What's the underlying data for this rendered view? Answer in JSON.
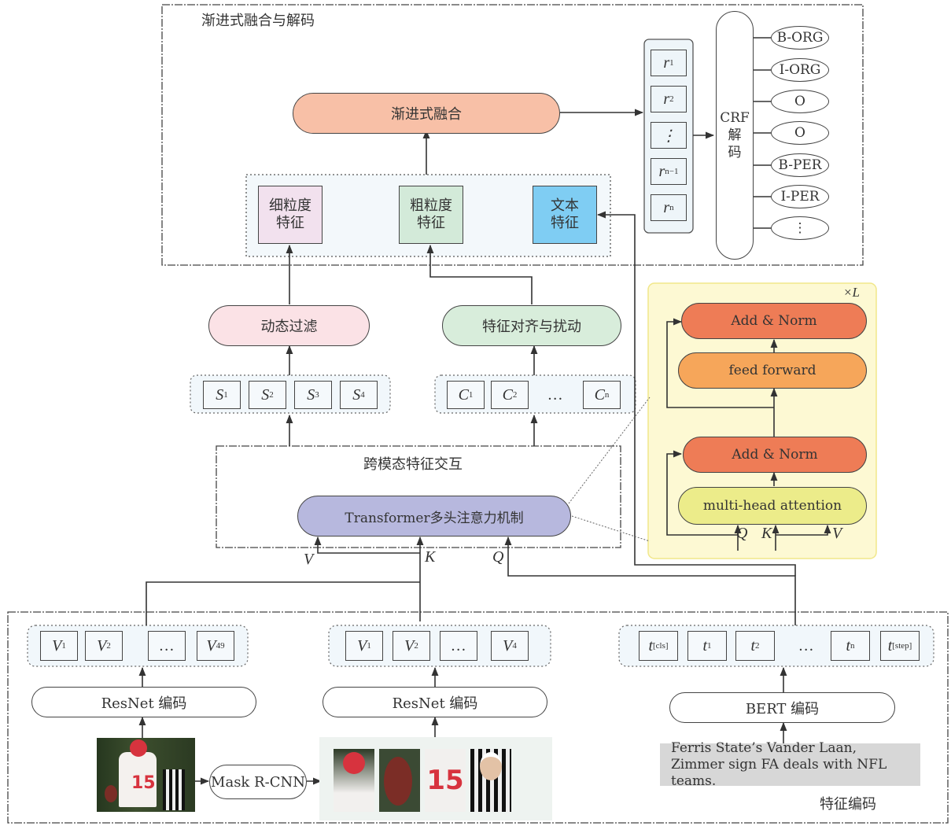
{
  "fusion_section": {
    "title": "渐进式融合与解码",
    "progressive_fusion": "渐进式融合",
    "features": [
      {
        "line1": "细粒度",
        "line2": "特征",
        "color": "#f2e1ee"
      },
      {
        "line1": "粗粒度",
        "line2": "特征",
        "color": "#d3ead9"
      },
      {
        "line1": "文本",
        "line2": "特征",
        "color": "#7fcdf3"
      }
    ],
    "r_vectors": [
      {
        "base": "r",
        "sub": "1"
      },
      {
        "base": "r",
        "sub": "2"
      },
      {
        "base": "⋮",
        "sub": ""
      },
      {
        "base": "r",
        "sub": "n−1"
      },
      {
        "base": "r",
        "sub": "n"
      }
    ],
    "crf": {
      "line1": "CRF",
      "line2": "解",
      "line3": "码"
    },
    "tags": [
      "B-ORG",
      "I-ORG",
      "O",
      "O",
      "B-PER",
      "I-PER",
      "⋮"
    ]
  },
  "middle": {
    "dynamic_filter": "动态过滤",
    "feature_align": "特征对齐与扰动",
    "s_vectors": [
      {
        "base": "S",
        "sub": "1"
      },
      {
        "base": "S",
        "sub": "2"
      },
      {
        "base": "S",
        "sub": "3"
      },
      {
        "base": "S",
        "sub": "4"
      }
    ],
    "c_vectors": [
      {
        "base": "C",
        "sub": "1"
      },
      {
        "base": "C",
        "sub": "2"
      },
      {
        "base": "…",
        "sub": ""
      },
      {
        "base": "C",
        "sub": "n"
      }
    ],
    "cross_modal_title": "跨模态特征交互",
    "transformer": "Transformer多头注意力机制",
    "inputs": {
      "v": "V",
      "k": "K",
      "q": "Q"
    }
  },
  "transformer_detail": {
    "repeat": "×L",
    "add_norm_top": "Add & Norm",
    "feed_forward": "feed forward",
    "add_norm_bottom": "Add & Norm",
    "mha": "multi-head attention",
    "inputs": {
      "q": "Q",
      "k": "K",
      "v": "V"
    }
  },
  "encoding": {
    "title": "特征编码",
    "global_vectors": [
      {
        "base": "V",
        "sub": "1"
      },
      {
        "base": "V",
        "sub": "2"
      },
      {
        "base": "…",
        "sub": ""
      },
      {
        "base": "V",
        "sub": "49"
      }
    ],
    "object_vectors": [
      {
        "base": "V",
        "sub": "1"
      },
      {
        "base": "V",
        "sub": "2"
      },
      {
        "base": "…",
        "sub": ""
      },
      {
        "base": "V",
        "sub": "4"
      }
    ],
    "text_vectors": [
      {
        "base": "t",
        "sub": "[cls]"
      },
      {
        "base": "t",
        "sub": "1"
      },
      {
        "base": "t",
        "sub": "2"
      },
      {
        "base": "…",
        "sub": ""
      },
      {
        "base": "t",
        "sub": "n"
      },
      {
        "base": "t",
        "sub": "[step]"
      }
    ],
    "resnet_global": "ResNet 编码",
    "resnet_object": "ResNet 编码",
    "bert": "BERT 编码",
    "mask_rcnn": "Mask R-CNN",
    "sentence": "Ferris State’s Vander Laan, Zimmer sign FA deals with NFL teams.",
    "photos": [
      "full-scene-photo",
      "helmet-crop",
      "football-crop",
      "jersey-crop",
      "referee-crop"
    ]
  },
  "colors": {
    "progressive_fusion": "#f8c0a7",
    "dynamic_filter": "#fbe2e6",
    "feature_align": "#d8eddb",
    "transformer": "#b7b8de",
    "add_norm": "#ee7c56",
    "feed_forward": "#f6a65a",
    "mha": "#ecec8a",
    "detail_panel": "#fdf9d3",
    "vector_bg": "#eef5f9",
    "sentence_bg": "#d7d7d7"
  }
}
